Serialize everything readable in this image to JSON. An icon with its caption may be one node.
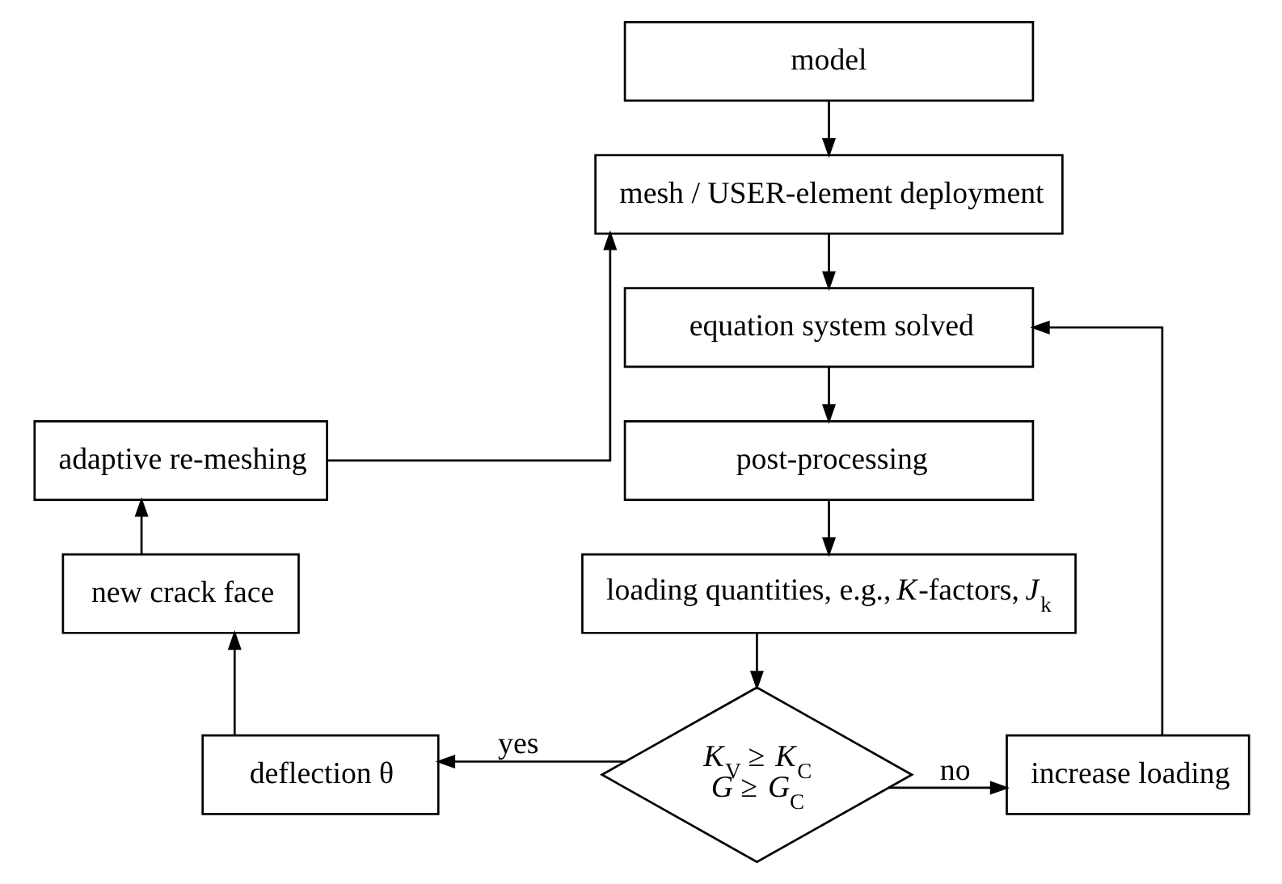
{
  "diagram": {
    "nodes": [
      {
        "text": [
          "model"
        ]
      },
      {
        "text": [
          "mesh / USER-element deployment"
        ]
      },
      {
        "text": [
          "equation system solved"
        ]
      },
      {
        "text": [
          "post-processing"
        ]
      },
      {
        "text": [
          "loading quantities, e.g., *K*-factors, *J*$_{k}$"
        ]
      },
      {
        "text": [
          "*K*$_{V}$ ≥ *K*$_{C}$",
          "*G* ≥ *G*$_{C}$"
        ]
      },
      {
        "text": [
          "increase loading"
        ]
      },
      {
        "text": [
          "deflection θ"
        ]
      },
      {
        "text": [
          "new crack face"
        ]
      },
      {
        "text": [
          "adaptive re-meshing"
        ]
      }
    ],
    "edges": [
      {
        "from": 0,
        "to": 1,
        "arrow": "to"
      },
      {
        "from": 1,
        "to": 2,
        "arrow": "to"
      },
      {
        "from": 2,
        "to": 3,
        "arrow": "to"
      },
      {
        "from": 3,
        "to": 4,
        "arrow": "to"
      },
      {
        "from": 4,
        "to": 5,
        "arrow": "to"
      },
      {
        "from": 5,
        "to": 6,
        "arrow": "to",
        "label": "no"
      },
      {
        "from": 6,
        "to": 2,
        "arrow": "to"
      },
      {
        "from": 5,
        "to": 7,
        "arrow": "to",
        "label": "yes"
      },
      {
        "from": 7,
        "to": 8,
        "arrow": "to"
      },
      {
        "from": 8,
        "to": 9,
        "arrow": "to"
      },
      {
        "from": 9,
        "to": 1,
        "arrow": "to"
      }
    ]
  }
}
